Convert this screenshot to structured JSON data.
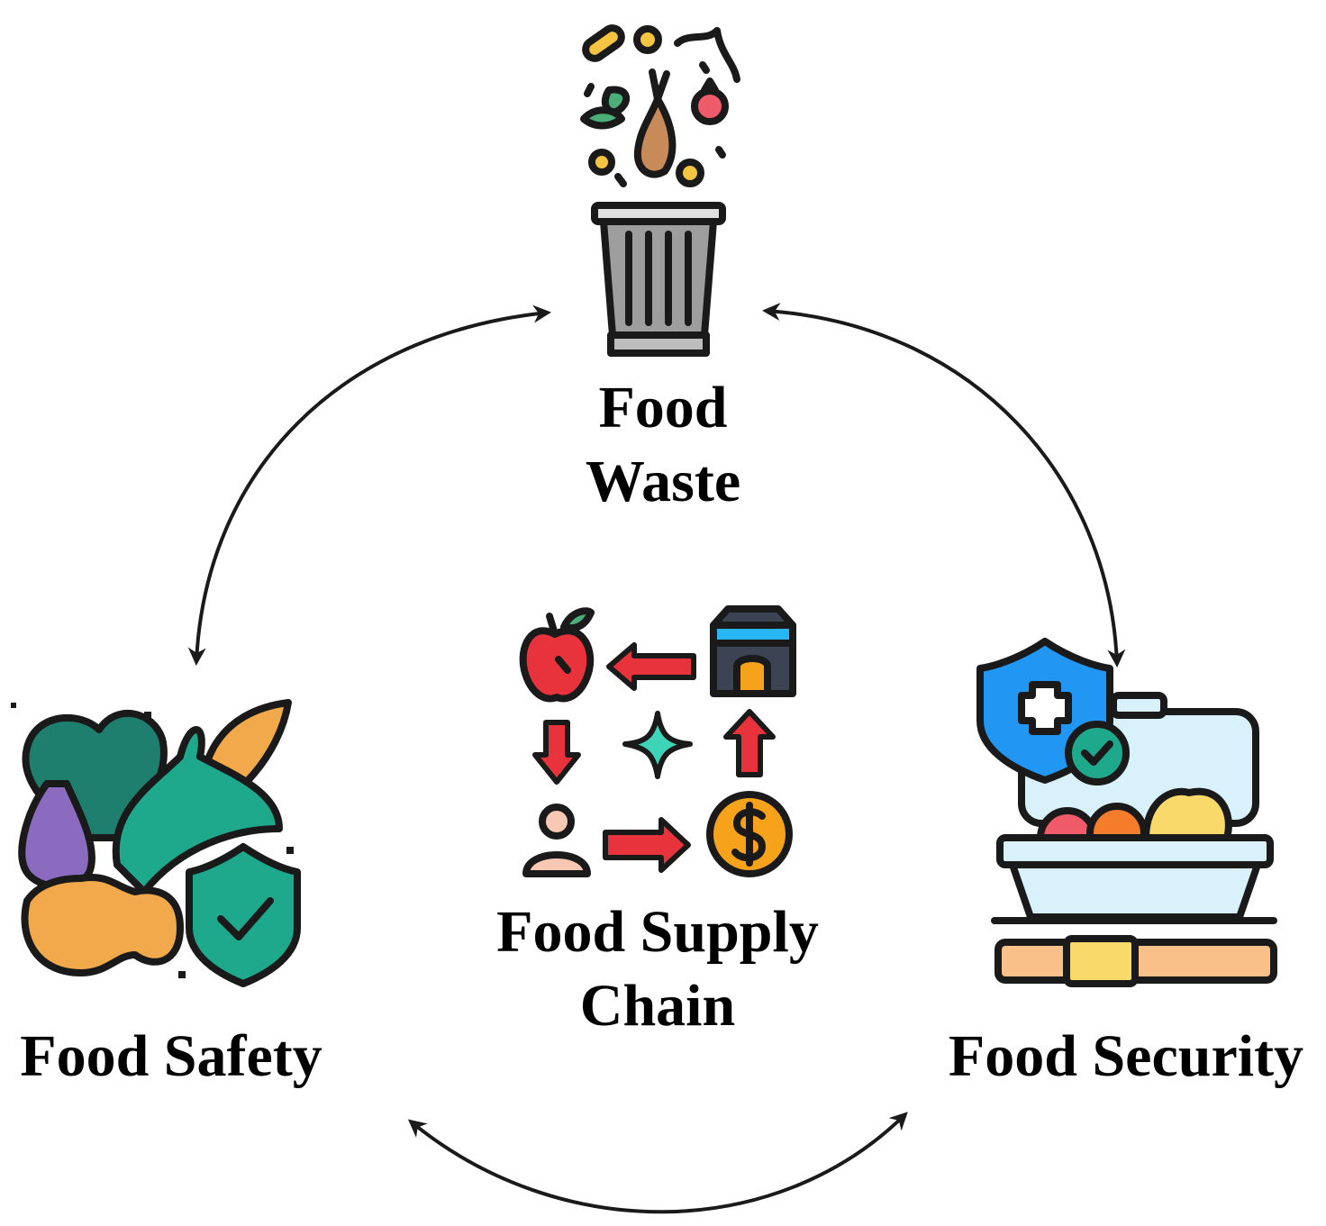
{
  "nodes": {
    "waste": {
      "line1": "Food",
      "line2": "Waste",
      "icon": "food-waste-bin-icon"
    },
    "safety": {
      "line1": "Food Safety",
      "icon": "food-safety-produce-shield-icon"
    },
    "security": {
      "line1": "Food Security",
      "icon": "food-security-lunchbox-shield-icon"
    },
    "chain": {
      "line1": "Food Supply",
      "line2": "Chain",
      "icon": "supply-chain-cycle-icon"
    }
  },
  "colors": {
    "outline": "#1a1a1a",
    "arrow_red": "#e8323c",
    "bin_gray": "#9e9e9e",
    "teal": "#1fa98c",
    "purple": "#8a6bbf",
    "peanut": "#f2a94c",
    "shield_blue": "#2196f3",
    "box_light": "#d9f1fb",
    "coin": "#f7a21b"
  }
}
